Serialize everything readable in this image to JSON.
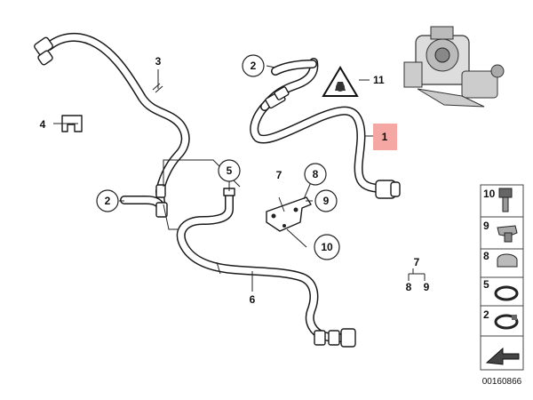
{
  "callouts": {
    "c1": "1",
    "c2_top": "2",
    "c2_left": "2",
    "c3": "3",
    "c4": "4",
    "c5": "5",
    "c6": "6",
    "c7": "7",
    "c8": "8",
    "c9": "9",
    "c10": "10",
    "c11": "11"
  },
  "legend_group": {
    "parent": "7",
    "children_a": "8",
    "children_b": "9"
  },
  "legend_panel": {
    "items": [
      "10",
      "9",
      "8",
      "5",
      "2"
    ]
  },
  "diagram_number": "00160866",
  "colors": {
    "highlight": "#f4a7a3",
    "line": "#1a1a1a"
  },
  "icons": {
    "warning": "warning-triangle-icon",
    "pump": "high-pressure-pump-icon"
  }
}
